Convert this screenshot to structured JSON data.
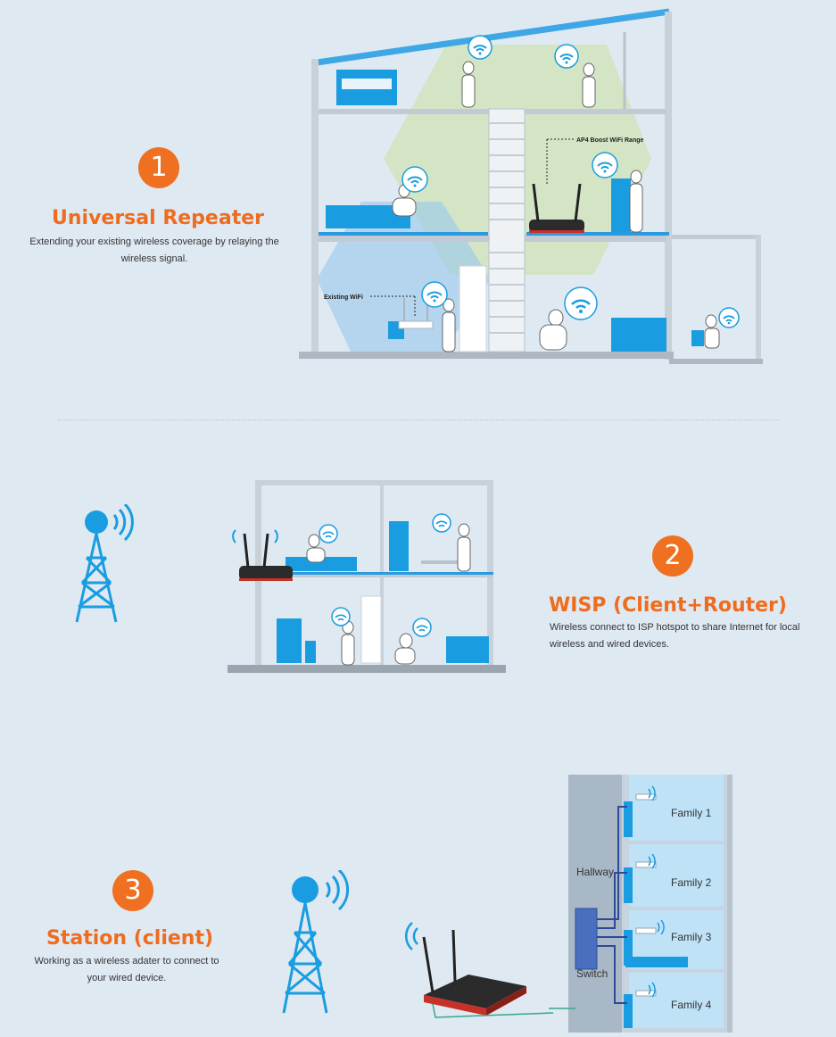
{
  "sections": [
    {
      "number": "1",
      "title": "Universal Repeater",
      "description_line1": "Extending your existing wireless coverage by relaying the",
      "description_line2": "wireless signal.",
      "callouts": {
        "boost": "AP4 Boost WiFi Range",
        "existing": "Existing WiFi"
      }
    },
    {
      "number": "2",
      "title": "WISP (Client+Router)",
      "description_line1": "Wireless connect to ISP hotspot to share Internet for local",
      "description_line2": "wireless and wired devices."
    },
    {
      "number": "3",
      "title": "Station (client)",
      "description_line1": "Working as a wireless adater to connect to",
      "description_line2": "your wired device.",
      "labels": {
        "hallway": "Hallway",
        "switch": "Switch",
        "family1": "Family 1",
        "family2": "Family 2",
        "family3": "Family 3",
        "family4": "Family 4"
      }
    }
  ],
  "colors": {
    "accent": "#ef7021",
    "wifi_blue": "#1a9de0",
    "background": "#dfe9f2"
  }
}
